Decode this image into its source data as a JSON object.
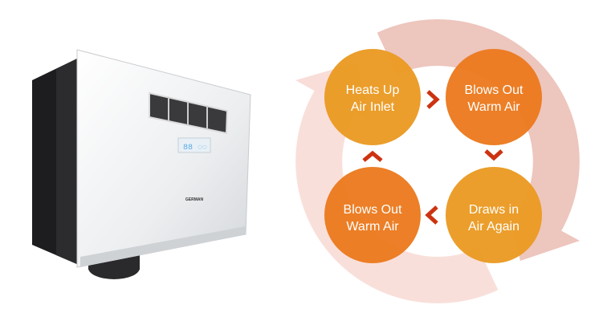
{
  "product": {
    "brand_logo": "GERMAN"
  },
  "cycle": {
    "steps": [
      {
        "line1": "Heats Up",
        "line2": "Air Inlet",
        "color": "#EA9A22"
      },
      {
        "line1": "Blows Out",
        "line2": "Warm Air",
        "color": "#EB7A1E"
      },
      {
        "line1": "Draws in",
        "line2": "Air Again",
        "color": "#EA9A22"
      },
      {
        "line1": "Blows Out",
        "line2": "Warm Air",
        "color": "#EB7A1E"
      }
    ],
    "arrow_color": "#CC3311",
    "ring_colors": [
      "#EDC6BE",
      "#F9DDD8"
    ]
  }
}
